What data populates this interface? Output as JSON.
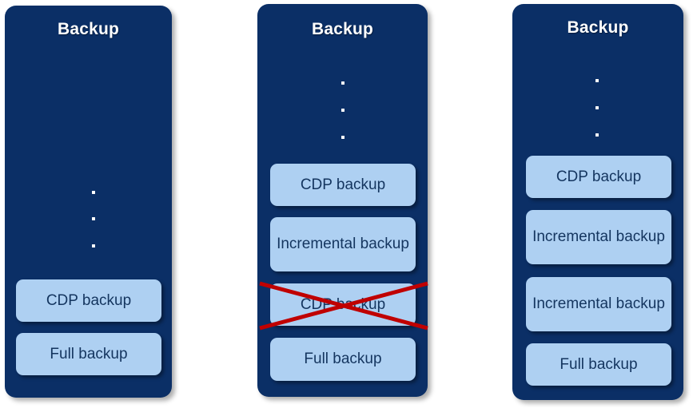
{
  "diagram": {
    "title_label": "Backup",
    "colors": {
      "panel_background": "#0b2f66",
      "panel_title_text": "#ffffff",
      "item_background": "#aed0f2",
      "item_text": "#14355f",
      "crossout_stroke": "#c00000",
      "dot": "#fdfdfd",
      "page_background": "#ffffff"
    },
    "panels": [
      {
        "id": "panel-left",
        "title": "Backup",
        "ellipsis_dots": 3,
        "items": [
          {
            "label": "CDP backup",
            "crossed_out": false
          },
          {
            "label": "Full backup",
            "crossed_out": false
          }
        ]
      },
      {
        "id": "panel-middle",
        "title": "Backup",
        "ellipsis_dots": 3,
        "items": [
          {
            "label": "CDP backup",
            "crossed_out": false
          },
          {
            "label": "Incremental backup",
            "crossed_out": false
          },
          {
            "label": "CDP backup",
            "crossed_out": true
          },
          {
            "label": "Full backup",
            "crossed_out": false
          }
        ]
      },
      {
        "id": "panel-right",
        "title": "Backup",
        "ellipsis_dots": 3,
        "items": [
          {
            "label": "CDP backup",
            "crossed_out": false
          },
          {
            "label": "Incremental backup",
            "crossed_out": false
          },
          {
            "label": "Incremental backup",
            "crossed_out": false
          },
          {
            "label": "Full backup",
            "crossed_out": false
          }
        ]
      }
    ]
  }
}
